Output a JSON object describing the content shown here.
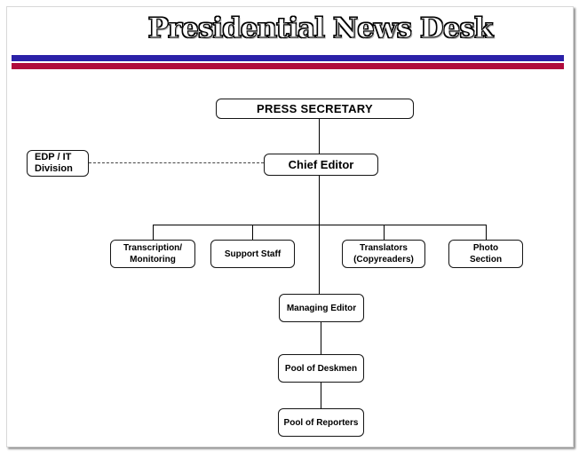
{
  "header": {
    "title": "Presidential News Desk",
    "stripe_blue_color": "#2B21A8",
    "stripe_red_color": "#B00B3C"
  },
  "org_chart": {
    "press_secretary": "PRESS SECRETARY",
    "chief_editor": "Chief Editor",
    "edp_it": {
      "line1": "EDP / IT",
      "line2": "Division"
    },
    "transcription": {
      "line1": "Transcription/",
      "line2": "Monitoring"
    },
    "support_staff": "Support Staff",
    "translators": {
      "line1": "Translators",
      "line2": "(Copyreaders)"
    },
    "photo_section": {
      "line1": "Photo",
      "line2": "Section"
    },
    "managing_editor": "Managing Editor",
    "pool_of_deskmen": "Pool of Deskmen",
    "pool_of_reporters": "Pool of Reporters"
  }
}
